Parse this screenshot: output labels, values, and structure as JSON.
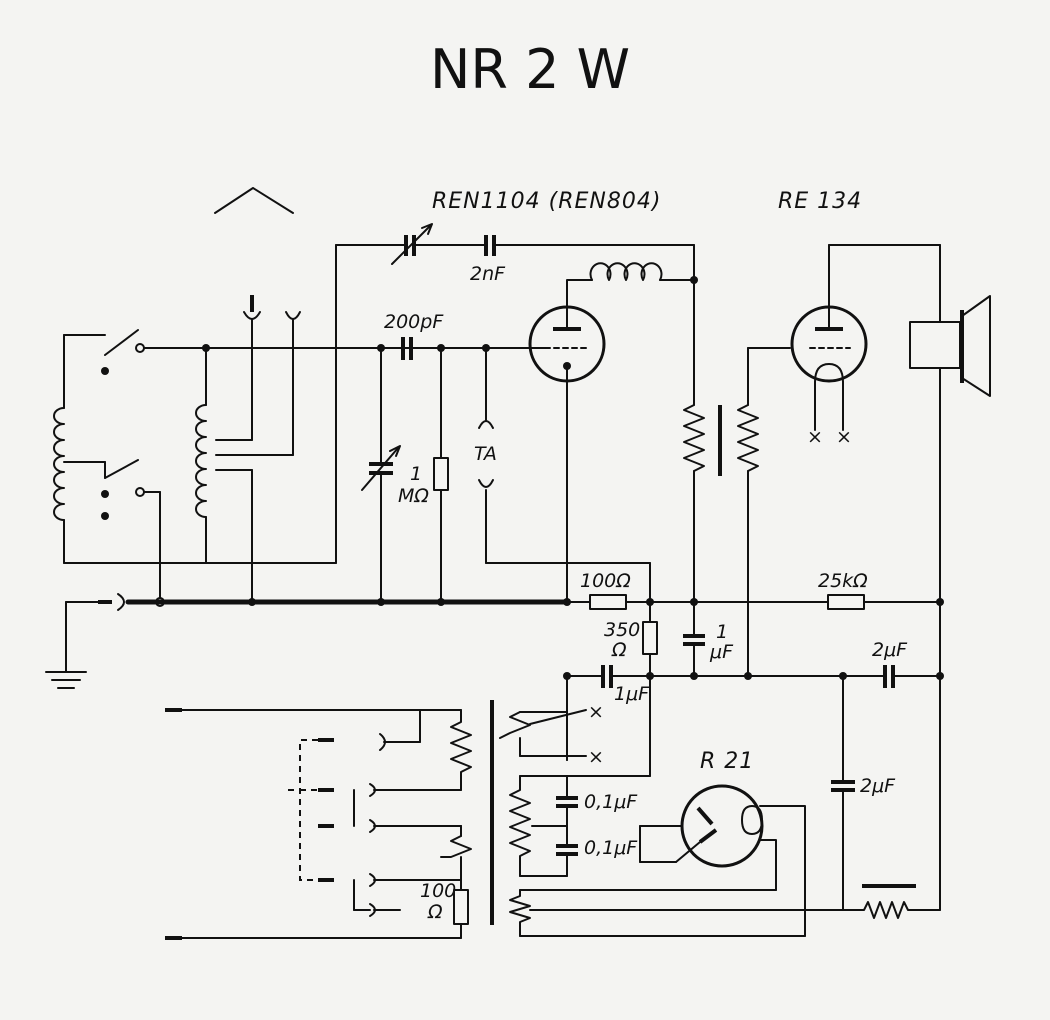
{
  "title": "NR 2 W",
  "tubes": {
    "detector": "REN1104 (REN804)",
    "output": "RE 134",
    "rectifier": "R 21"
  },
  "labels": {
    "c_2nf": "2nF",
    "c_200pf": "200pF",
    "r_1m_value": "1",
    "r_1m_unit": "MΩ",
    "ta": "TA",
    "r_100": "100Ω",
    "r_25k": "25kΩ",
    "r_350_value": "350",
    "r_350_unit": "Ω",
    "c_1uf_a_value": "1",
    "c_1uf_a_unit": "μF",
    "c_1uf_b": "1μF",
    "c_2uf_a": "2μF",
    "c_2uf_b": "2μF",
    "c_01uf_a": "0,1μF",
    "c_01uf_b": "0,1μF",
    "r_100_low_value": "100",
    "r_100_low_unit": "Ω"
  }
}
